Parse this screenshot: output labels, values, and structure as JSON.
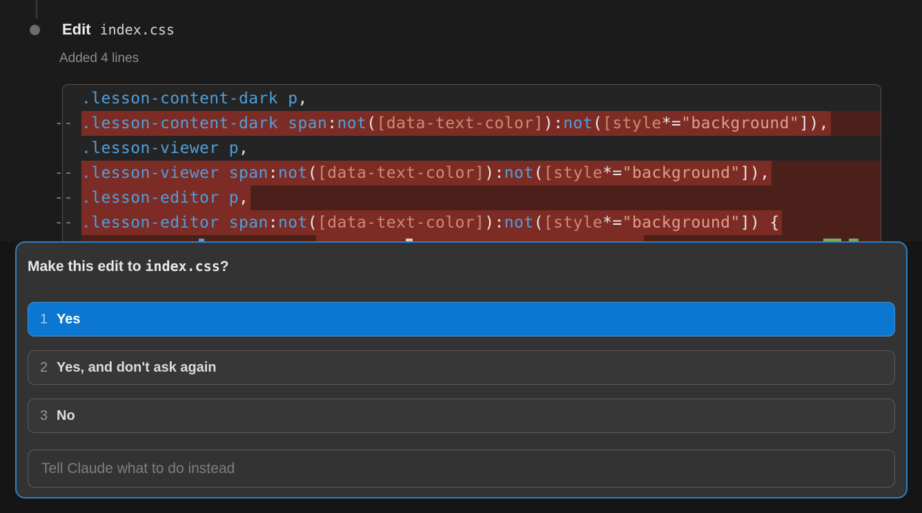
{
  "colors": {
    "page_bg": "#1b1b1b",
    "code_bg": "#242424",
    "code_border": "#515151",
    "removed_line_bright": "#7c2c25",
    "removed_line_dark": "#4b1f1a",
    "token_selector_blue": "#4f9fdb",
    "token_punctuation": "#e8e8e6",
    "token_attribute_salmon": "#cc8b72",
    "token_string_salmon": "#dd9f8b",
    "dialog_bg": "#333333",
    "dialog_border_blue": "#2e80c4",
    "selected_option_blue": "#0b77d0"
  },
  "header": {
    "action": "Edit",
    "file": "index.css",
    "summary": "Added 4 lines"
  },
  "diff": {
    "marker": "--",
    "lines": [
      {
        "removed": false,
        "tokens": [
          [
            "sel",
            ".lesson-content-dark"
          ],
          [
            "pun",
            " "
          ],
          [
            "sel",
            "p"
          ],
          [
            "pun",
            ","
          ]
        ]
      },
      {
        "removed": true,
        "tokens": [
          [
            "sel",
            ".lesson-content-dark"
          ],
          [
            "pun",
            " "
          ],
          [
            "sel",
            "span"
          ],
          [
            "pun",
            ":"
          ],
          [
            "sel",
            "not"
          ],
          [
            "pun",
            "("
          ],
          [
            "attr",
            "[data-text-color]"
          ],
          [
            "pun",
            "):"
          ],
          [
            "sel",
            "not"
          ],
          [
            "pun",
            "("
          ],
          [
            "attr",
            "[style"
          ],
          [
            "pun",
            "*="
          ],
          [
            "str",
            "\"background\""
          ],
          [
            "pun",
            "]),"
          ]
        ]
      },
      {
        "removed": false,
        "tokens": [
          [
            "sel",
            ".lesson-viewer"
          ],
          [
            "pun",
            " "
          ],
          [
            "sel",
            "p"
          ],
          [
            "pun",
            ","
          ]
        ]
      },
      {
        "removed": true,
        "tokens": [
          [
            "sel",
            ".lesson-viewer"
          ],
          [
            "pun",
            " "
          ],
          [
            "sel",
            "span"
          ],
          [
            "pun",
            ":"
          ],
          [
            "sel",
            "not"
          ],
          [
            "pun",
            "("
          ],
          [
            "attr",
            "[data-text-color]"
          ],
          [
            "pun",
            "):"
          ],
          [
            "sel",
            "not"
          ],
          [
            "pun",
            "("
          ],
          [
            "attr",
            "[style"
          ],
          [
            "pun",
            "*="
          ],
          [
            "str",
            "\"background\""
          ],
          [
            "pun",
            "]),"
          ]
        ]
      },
      {
        "removed": true,
        "tokens": [
          [
            "sel",
            ".lesson-editor"
          ],
          [
            "pun",
            " "
          ],
          [
            "sel",
            "p"
          ],
          [
            "pun",
            ","
          ]
        ]
      },
      {
        "removed": true,
        "tokens": [
          [
            "sel",
            ".lesson-editor"
          ],
          [
            "pun",
            " "
          ],
          [
            "sel",
            "span"
          ],
          [
            "pun",
            ":"
          ],
          [
            "sel",
            "not"
          ],
          [
            "pun",
            "("
          ],
          [
            "attr",
            "[data-text-color]"
          ],
          [
            "pun",
            "):"
          ],
          [
            "sel",
            "not"
          ],
          [
            "pun",
            "("
          ],
          [
            "attr",
            "[style"
          ],
          [
            "pun",
            "*="
          ],
          [
            "str",
            "\"background\""
          ],
          [
            "pun",
            "])"
          ],
          [
            "pun",
            " {"
          ]
        ]
      }
    ]
  },
  "dialog": {
    "title_prefix": "Make this edit to ",
    "title_file": "index.css",
    "title_suffix": "?",
    "options": [
      {
        "key": "1",
        "label": "Yes",
        "selected": true
      },
      {
        "key": "2",
        "label": "Yes, and don't ask again",
        "selected": false
      },
      {
        "key": "3",
        "label": "No",
        "selected": false
      }
    ],
    "input_placeholder": "Tell Claude what to do instead"
  }
}
